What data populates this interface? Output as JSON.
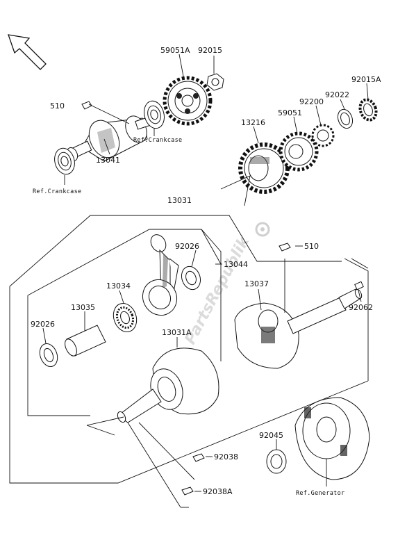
{
  "watermark": "PartsRepublik",
  "parts": {
    "p510_top": "510",
    "p59051A": "59051A",
    "p92015": "92015",
    "p92015A": "92015A",
    "p92022": "92022",
    "p92200": "92200",
    "p59051": "59051",
    "p13216": "13216",
    "p13041": "13041",
    "p13031": "13031",
    "p92026_top": "92026",
    "p13044": "13044",
    "p13034": "13034",
    "p13035": "13035",
    "p92026_left": "92026",
    "p13031A": "13031A",
    "p13037": "13037",
    "p510_right": "510",
    "p92062": "92062",
    "p92038": "92038",
    "p92038A": "92038A",
    "p92045": "92045"
  },
  "refs": {
    "crankcase_top": "Ref.Crankcase",
    "crankcase_left": "Ref.Crankcase",
    "generator": "Ref.Generator"
  }
}
